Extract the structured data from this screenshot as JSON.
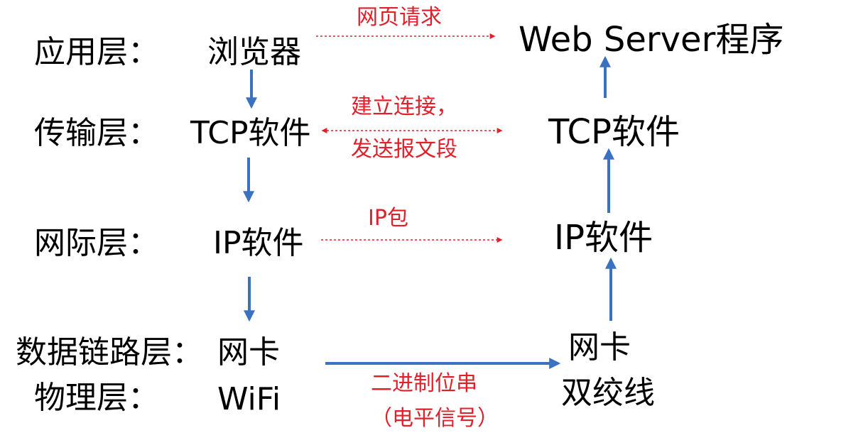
{
  "layers": {
    "application": "应用层：",
    "transport": "传输层：",
    "internet": "网际层：",
    "datalink": "数据链路层：",
    "physical": "物理层："
  },
  "left": {
    "browser": "浏览器",
    "tcp": "TCP软件",
    "ip": "IP软件",
    "nic": "网卡",
    "wifi": "WiFi"
  },
  "right": {
    "web_server": "Web Server程序",
    "tcp": "TCP软件",
    "ip": "IP软件",
    "nic": "网卡",
    "twisted_pair": "双绞线"
  },
  "messages": {
    "web_request": "网页请求",
    "connect_line1": "建立连接，",
    "connect_line2": "发送报文段",
    "ip_packet": "IP包",
    "bit_stream": "二进制位串",
    "signal": "（电平信号）"
  },
  "colors": {
    "blue_arrow": "#3a72c0",
    "red_dashed": "#e0202a",
    "text": "#000000"
  }
}
